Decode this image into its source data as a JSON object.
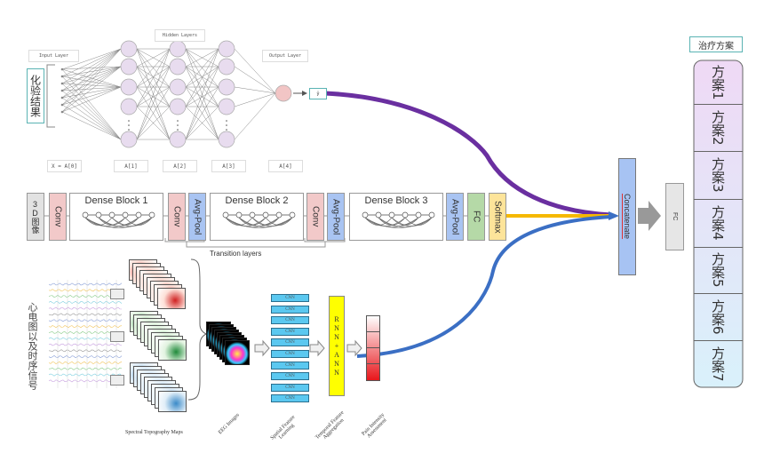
{
  "top_network": {
    "input_label": "Input Layer",
    "hidden_label": "Hidden Layers",
    "output_label": "Output Layer",
    "input_source": "化验结果",
    "layer_labels": [
      "X = A[0]",
      "A[1]",
      "A[2]",
      "A[3]",
      "A[4]"
    ],
    "output_value": "ŷ"
  },
  "densenet": {
    "input": "3D图像",
    "blocks": [
      {
        "type": "conv",
        "label": "Conv"
      },
      {
        "type": "dense",
        "label": "Dense Block 1"
      },
      {
        "type": "conv",
        "label": "Conv"
      },
      {
        "type": "pool",
        "label": "Avg-Pool"
      },
      {
        "type": "dense",
        "label": "Dense Block 2"
      },
      {
        "type": "conv",
        "label": "Conv"
      },
      {
        "type": "pool",
        "label": "Avg-Pool"
      },
      {
        "type": "dense",
        "label": "Dense Block 3"
      },
      {
        "type": "pool",
        "label": "Avg-Pool"
      },
      {
        "type": "fc",
        "label": "FC"
      },
      {
        "type": "softmax",
        "label": "Softmax"
      }
    ],
    "transition_label": "Transition layers"
  },
  "eeg_pipeline": {
    "source": "心电图以及时序信号",
    "spectral_label": "Spectral Topography Maps",
    "eeg_images_label": "EEG Images",
    "cnn_label": "CNN",
    "cnn_count": 10,
    "spatial_label": "Spatial Feature Learning",
    "rnn_label": "RNN+ANN",
    "temporal_label": "Temporal Feature Aggregation",
    "pain_label": "Pain Intensity Assessment"
  },
  "fusion": {
    "concatenate": "Concatenate",
    "fc": "FC",
    "colors": {
      "mlp": "#6a2fa0",
      "densenet": "#f5b800",
      "eeg": "#3b6fc4"
    }
  },
  "treatment": {
    "title": "治疗方案",
    "plans": [
      "方案1",
      "方案2",
      "方案3",
      "方案4",
      "方案5",
      "方案6",
      "方案7"
    ]
  }
}
